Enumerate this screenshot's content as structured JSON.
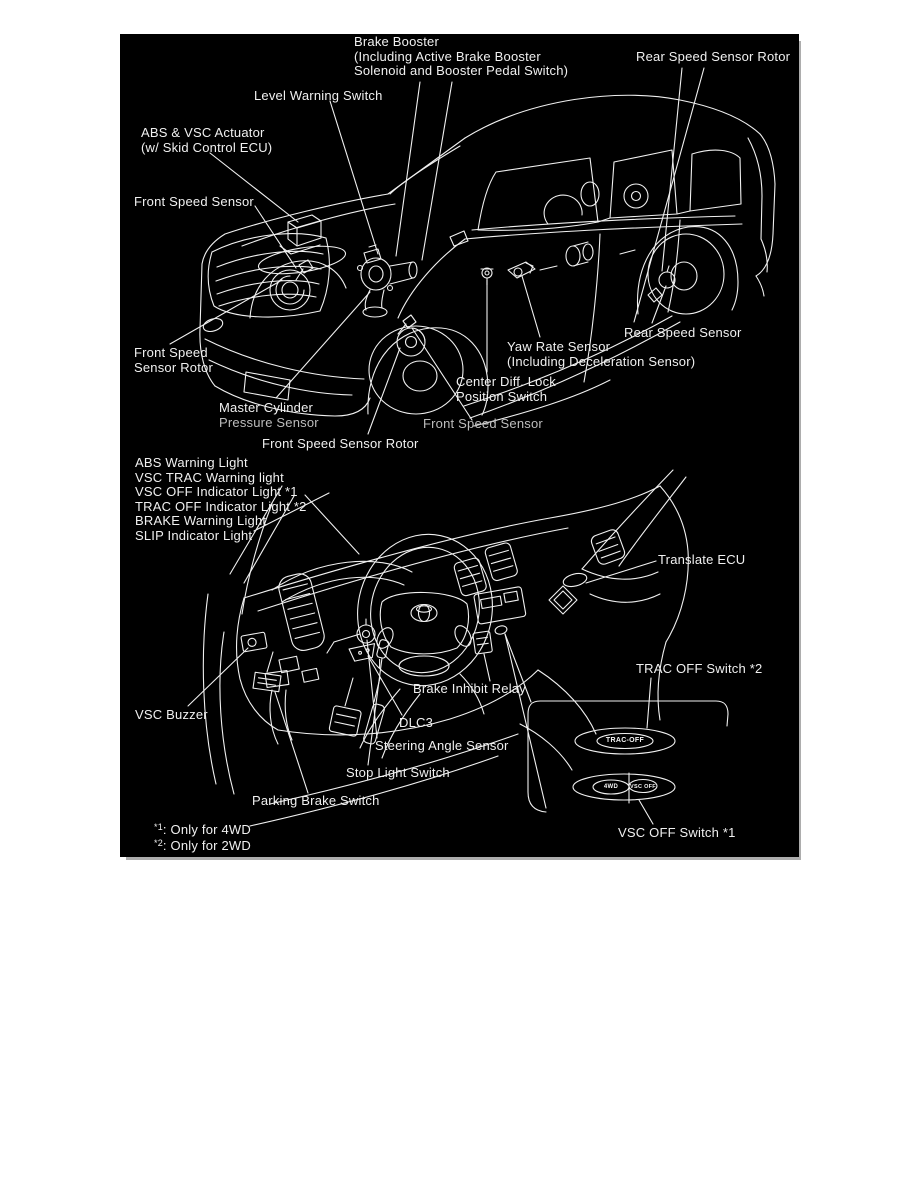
{
  "diagram": {
    "colors": {
      "page_background": "#ffffff",
      "diagram_background": "#000000",
      "line": "#f0f0f0",
      "text": "#f0f0f0",
      "faded_text": "#bdbdbd"
    },
    "labels": {
      "brake_booster": {
        "lines": [
          "Brake Booster",
          "(Including Active Brake Booster",
          "Solenoid and Booster Pedal Switch)"
        ]
      },
      "rear_speed_sensor_rotor": {
        "text": "Rear Speed Sensor Rotor"
      },
      "level_warning_switch": {
        "text": "Level Warning Switch"
      },
      "abs_vsc_actuator": {
        "lines": [
          "ABS & VSC Actuator",
          "(w/ Skid Control ECU)"
        ]
      },
      "front_speed_sensor_top": {
        "text": "Front Speed Sensor"
      },
      "front_speed_sensor_rotor_left": {
        "lines": [
          "Front Speed",
          "Sensor Rotor"
        ]
      },
      "rear_speed_sensor": {
        "text": "Rear Speed Sensor"
      },
      "yaw_rate_sensor": {
        "lines": [
          "Yaw Rate Sensor",
          "(Including Deceleration Sensor)"
        ]
      },
      "center_diff_lock": {
        "lines": [
          "Center Diff. Lock",
          "Position Switch"
        ]
      },
      "master_cylinder_line1": {
        "text": "Master Cylinder"
      },
      "master_cylinder_line2": {
        "text": "Pressure Sensor"
      },
      "front_speed_sensor_mid": {
        "text": "Front Speed Sensor"
      },
      "front_speed_sensor_rotor_bottom": {
        "text": "Front Speed Sensor Rotor"
      },
      "warning_lights": {
        "lines": [
          "ABS Warning Light",
          "VSC TRAC Warning light",
          "VSC OFF Indicator Light *1",
          "TRAC OFF Indicator Light *2",
          "BRAKE Warning Light",
          "SLIP Indicator Light"
        ]
      },
      "translate_ecu": {
        "text": "Translate ECU"
      },
      "trac_off_switch": {
        "text": "TRAC OFF Switch *2"
      },
      "brake_inhibit_relay": {
        "text": "Brake Inhibit Relay"
      },
      "vsc_buzzer": {
        "text": "VSC Buzzer"
      },
      "dlc3": {
        "text": "DLC3"
      },
      "steering_angle_sensor": {
        "text": "Steering Angle Sensor"
      },
      "stop_light_switch": {
        "text": "Stop Light Switch"
      },
      "parking_brake_switch": {
        "text": "Parking Brake Switch"
      },
      "vsc_off_switch": {
        "text": "VSC OFF Switch *1"
      }
    },
    "footnotes": [
      {
        "marker": "*1",
        "text": ": Only for 4WD"
      },
      {
        "marker": "*2",
        "text": ": Only for 2WD"
      }
    ],
    "switch_inset": {
      "trac_off_button": "TRAC-OFF",
      "fourwd_button": "4WD",
      "vsc_off_button": "VSC OFF"
    }
  }
}
